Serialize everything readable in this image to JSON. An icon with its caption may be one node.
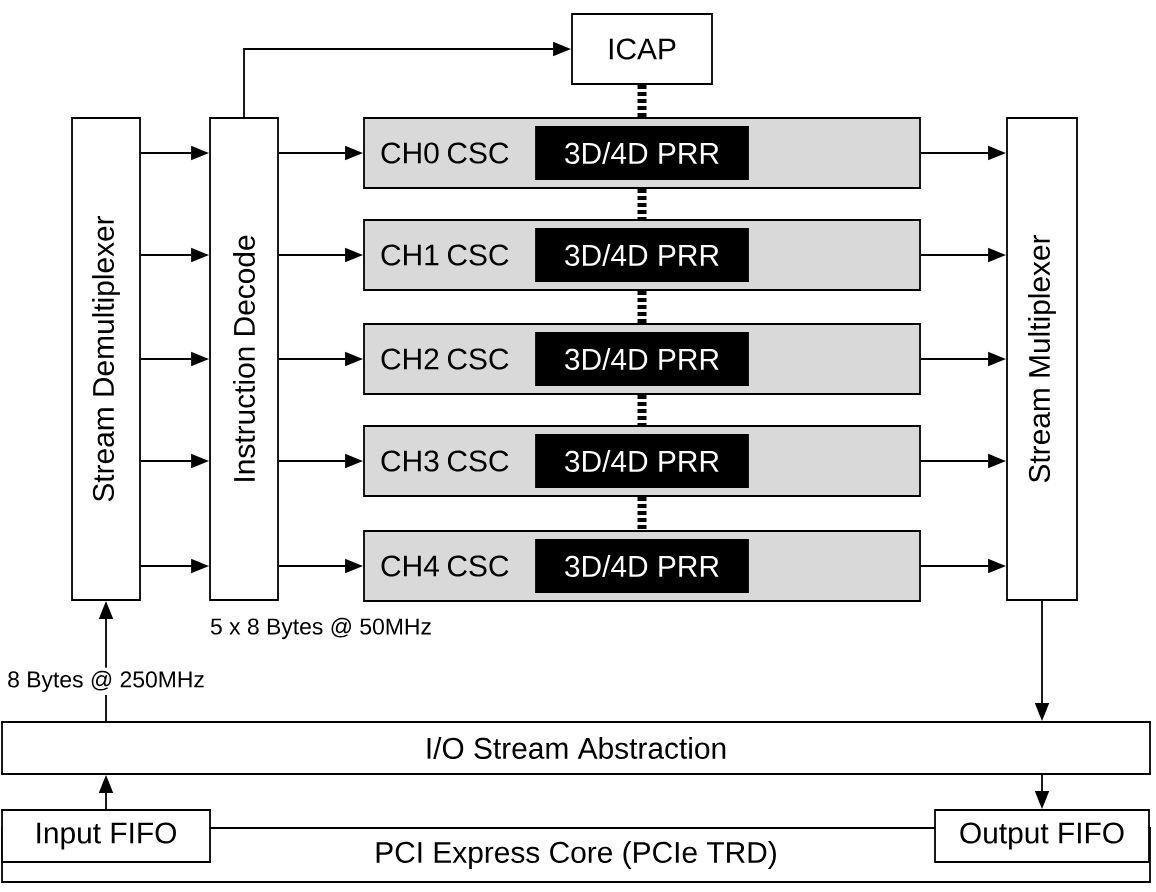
{
  "diagram": {
    "nodes": [
      {
        "text": [
          "Stream Demultiplexer"
        ]
      },
      {
        "text": [
          "Instruction Decode"
        ],
        "beside": [
          "5 x 8 Bytes @ 50MHz"
        ]
      },
      {
        "text": [
          "ICAP"
        ]
      },
      {
        "text": [
          "CH0 CSC"
        ]
      },
      {
        "text": [
          "3D/4D PRR"
        ],
        "in": 3
      },
      {
        "text": [
          "CH1 CSC"
        ]
      },
      {
        "text": [
          "3D/4D PRR"
        ],
        "in": 5
      },
      {
        "text": [
          "CH2 CSC"
        ]
      },
      {
        "text": [
          "3D/4D PRR"
        ],
        "in": 7
      },
      {
        "text": [
          "CH3 CSC"
        ]
      },
      {
        "text": [
          "3D/4D PRR"
        ],
        "in": 9
      },
      {
        "text": [
          "CH4 CSC"
        ]
      },
      {
        "text": [
          "3D/4D PRR"
        ],
        "in": 11
      },
      {
        "text": [
          "Stream Multiplexer"
        ]
      },
      {
        "text": [
          "I/O Stream Abstraction"
        ]
      },
      {
        "text": [
          "PCI Express Core (PCIe TRD)"
        ]
      },
      {
        "text": [
          "Input FIFO"
        ]
      },
      {
        "text": [
          "Output FIFO"
        ]
      }
    ],
    "edges": [
      {
        "from": 0,
        "to": 1,
        "arrow": "to"
      },
      {
        "from": 0,
        "to": 1,
        "arrow": "to"
      },
      {
        "from": 0,
        "to": 1,
        "arrow": "to"
      },
      {
        "from": 0,
        "to": 1,
        "arrow": "to"
      },
      {
        "from": 0,
        "to": 1,
        "arrow": "to"
      },
      {
        "from": 1,
        "to": 3,
        "arrow": "to"
      },
      {
        "from": 1,
        "to": 5,
        "arrow": "to"
      },
      {
        "from": 1,
        "to": 7,
        "arrow": "to"
      },
      {
        "from": 1,
        "to": 9,
        "arrow": "to"
      },
      {
        "from": 1,
        "to": 11,
        "arrow": "to"
      },
      {
        "from": 1,
        "to": 2,
        "arrow": "to"
      },
      {
        "from": 3,
        "to": 13,
        "arrow": "to"
      },
      {
        "from": 5,
        "to": 13,
        "arrow": "to"
      },
      {
        "from": 7,
        "to": 13,
        "arrow": "to"
      },
      {
        "from": 9,
        "to": 13,
        "arrow": "to"
      },
      {
        "from": 11,
        "to": 13,
        "arrow": "to"
      },
      {
        "from": 2,
        "to": 3,
        "arrow": "none",
        "style": "dashed"
      },
      {
        "from": 3,
        "to": 5,
        "arrow": "none",
        "style": "dashed"
      },
      {
        "from": 5,
        "to": 7,
        "arrow": "none",
        "style": "dashed"
      },
      {
        "from": 7,
        "to": 9,
        "arrow": "none",
        "style": "dashed"
      },
      {
        "from": 9,
        "to": 11,
        "arrow": "none",
        "style": "dashed"
      },
      {
        "from": 13,
        "to": 14,
        "arrow": "to"
      },
      {
        "from": 14,
        "to": 0,
        "arrow": "to",
        "label": "8 Bytes @ 250MHz"
      },
      {
        "from": 16,
        "to": 14,
        "arrow": "to"
      },
      {
        "from": 14,
        "to": 17,
        "arrow": "to"
      }
    ]
  }
}
